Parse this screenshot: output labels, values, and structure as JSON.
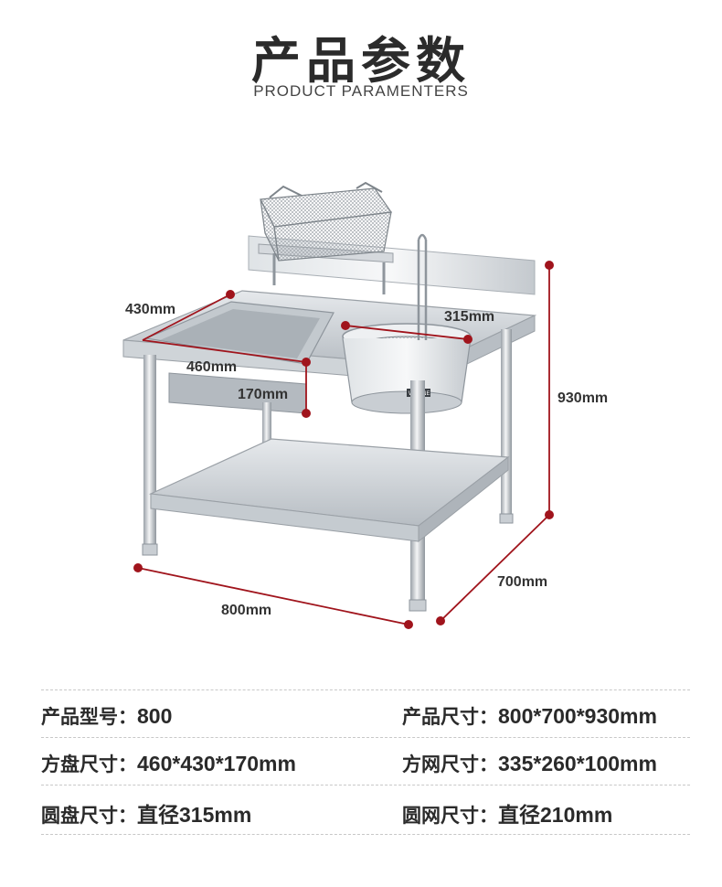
{
  "header": {
    "title": "产品参数",
    "subtitle": "PRODUCT PARAMENTERS"
  },
  "dimensions": {
    "sink_width": "430mm",
    "sink_length": "460mm",
    "sink_depth": "170mm",
    "round_pan": "315mm",
    "height": "930mm",
    "depth": "700mm",
    "length": "800mm"
  },
  "product_label": "WAISNE",
  "specs": [
    {
      "left": {
        "label": "产品型号：",
        "value": "800"
      },
      "right": {
        "label": "产品尺寸：",
        "value": "800*700*930mm"
      }
    },
    {
      "left": {
        "label": "方盘尺寸：",
        "value": "460*430*170mm"
      },
      "right": {
        "label": "方网尺寸：",
        "value": "335*260*100mm"
      }
    },
    {
      "left": {
        "label": "圆盘尺寸：",
        "value": "直径315mm"
      },
      "right": {
        "label": "圆网尺寸：",
        "value": "直径210mm"
      }
    }
  ],
  "colors": {
    "accent": "#a0141c",
    "steel_light": "#eef0f2",
    "steel_mid": "#c9ced3",
    "steel_dark": "#8e959c"
  }
}
